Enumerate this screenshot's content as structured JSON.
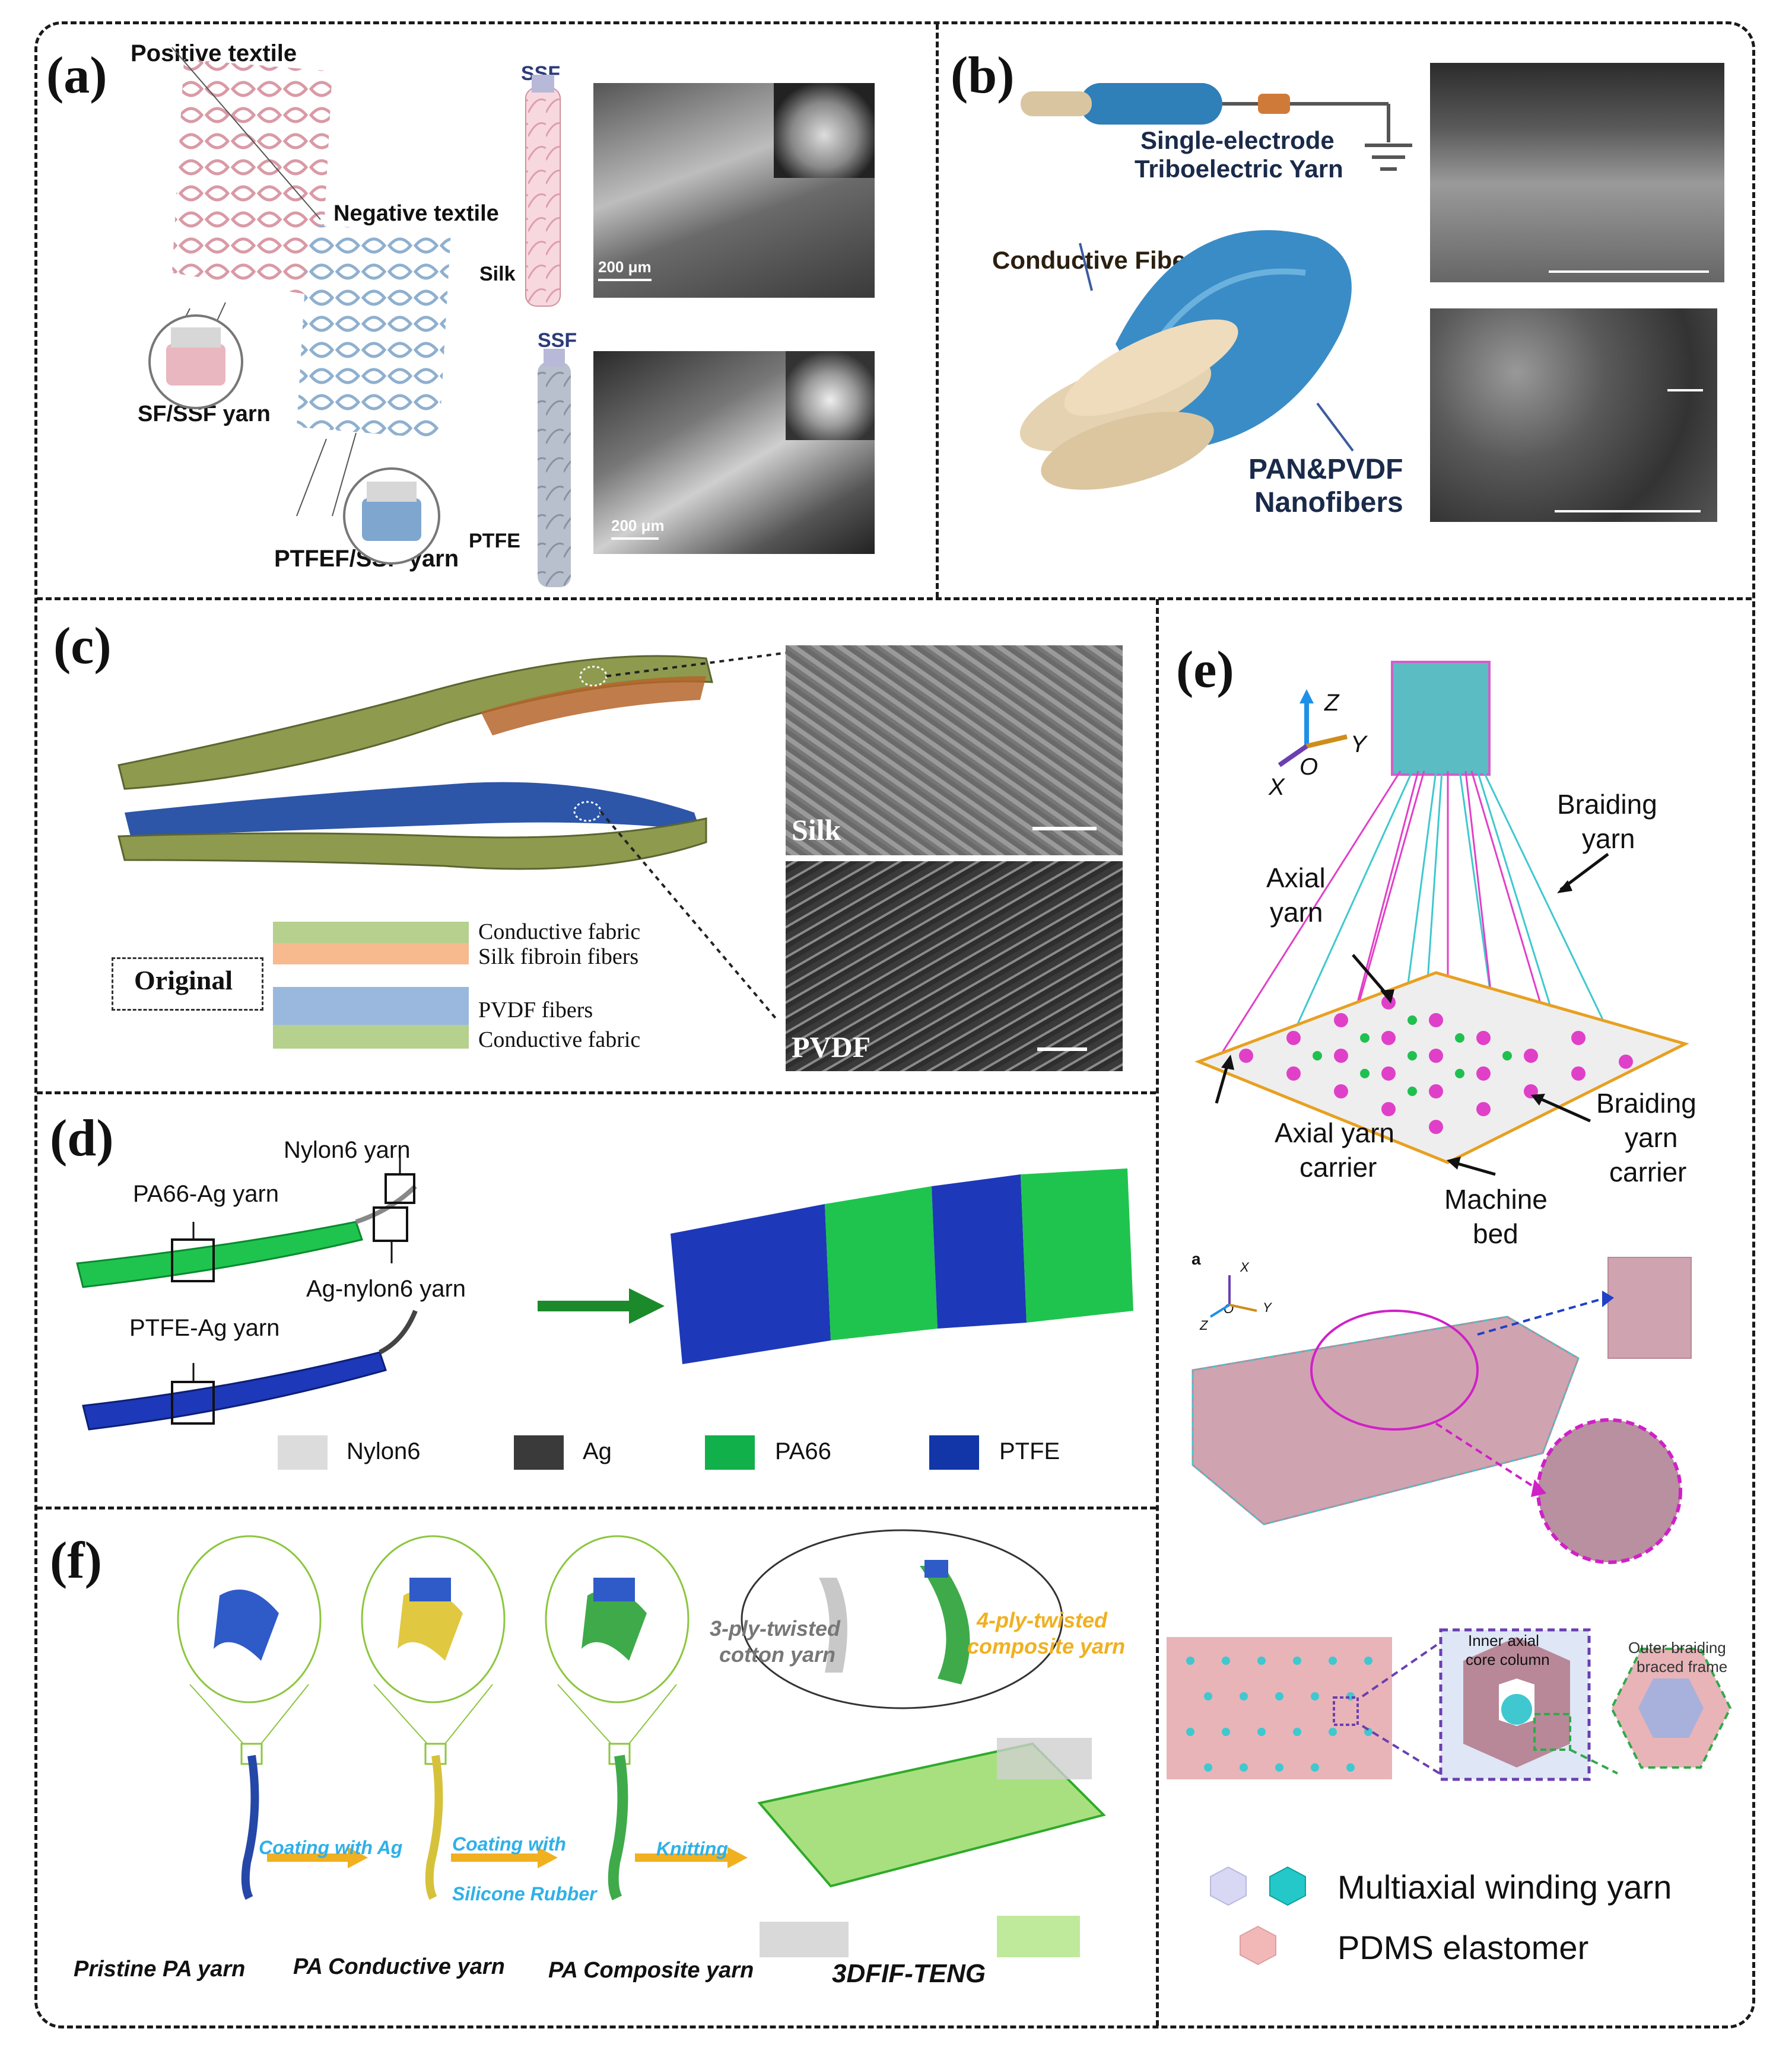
{
  "panels": {
    "a": {
      "label": "(a)",
      "positive_textile": "Positive textile",
      "negative_textile": "Negative textile",
      "sf_ssf_yarn": "SF/SSF yarn",
      "ptfef_ssf_yarn": "PTFEF/SSF yarn",
      "ssf_top": "SSF",
      "ssf_bottom": "SSF",
      "silk": "Silk",
      "ptfe": "PTFE",
      "scale_top": "200 μm",
      "scale_bottom": "200 μm"
    },
    "b": {
      "label": "(b)",
      "single_electrode_line1": "Single-electrode",
      "single_electrode_line2": "Triboelectric Yarn",
      "conductive_fibers": "Conductive Fibers",
      "nanofibers_line1": "PAN&PVDF",
      "nanofibers_line2": "Nanofibers"
    },
    "c": {
      "label": "(c)",
      "original": "Original",
      "layers": [
        "Conductive fabric",
        "Silk fibroin fibers",
        "PVDF fibers",
        "Conductive fabric"
      ],
      "sem_silk": "Silk",
      "sem_pvdf": "PVDF"
    },
    "d": {
      "label": "(d)",
      "nylon6_yarn": "Nylon6 yarn",
      "pa66_ag_yarn": "PA66-Ag yarn",
      "ag_nylon6_yarn": "Ag-nylon6 yarn",
      "ptfe_ag_yarn": "PTFE-Ag yarn",
      "legend": [
        {
          "label": "Nylon6",
          "color": "#dcdcdc"
        },
        {
          "label": "Ag",
          "color": "#3a3a3a"
        },
        {
          "label": "PA66",
          "color": "#12b04a"
        },
        {
          "label": "PTFE",
          "color": "#1236a8"
        }
      ]
    },
    "e": {
      "label": "(e)",
      "axis_z": "Z",
      "axis_y": "Y",
      "axis_o": "O",
      "axis_x": "X",
      "braiding_yarn_line1": "Braiding",
      "braiding_yarn_line2": "yarn",
      "axial_yarn_line1": "Axial",
      "axial_yarn_line2": "yarn",
      "axial_carrier_line1": "Axial yarn",
      "axial_carrier_line2": "carrier",
      "braiding_carrier_line1": "Braiding",
      "braiding_carrier_line2": "yarn",
      "braiding_carrier_line3": "carrier",
      "machine_bed_line1": "Machine",
      "machine_bed_line2": "bed",
      "sub_a": "a",
      "small_x": "X",
      "small_o": "O",
      "small_y": "Y",
      "small_z": "Z",
      "inner_axial_line1": "Inner axial",
      "inner_axial_line2": "core column",
      "outer_braiding_line1": "Outer braiding",
      "outer_braiding_line2": "braced frame",
      "legend_multiaxial": "Multiaxial winding yarn",
      "legend_pdms": "PDMS elastomer",
      "colors": {
        "magenta": "#e040c8",
        "cyan": "#3fc8cf",
        "pink": "#e8b4b8"
      }
    },
    "f": {
      "label": "(f)",
      "three_ply_line1": "3-ply-twisted",
      "three_ply_line2": "cotton yarn",
      "four_ply_line1": "4-ply-twisted",
      "four_ply_line2": "composite yarn",
      "coating_ag": "Coating with Ag",
      "coating_with": "Coating with",
      "silicone_rubber": "Silicone Rubber",
      "knitting": "Knitting",
      "pristine": "Pristine PA yarn",
      "conductive": "PA Conductive yarn",
      "composite": "PA Composite yarn",
      "teng": "3DFIF-TENG"
    }
  }
}
